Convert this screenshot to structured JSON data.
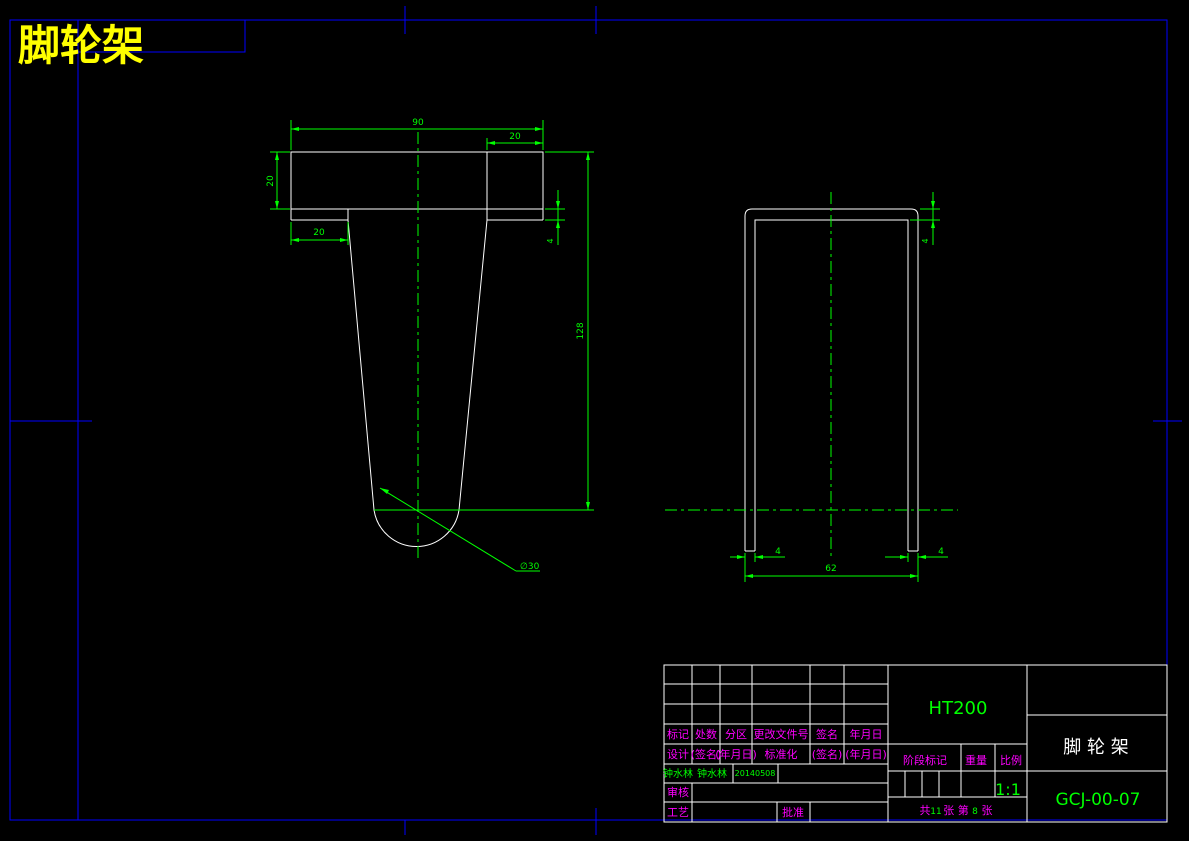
{
  "drawing": {
    "title": "脚轮架",
    "material": "HT200",
    "part_name": "脚 轮 架",
    "drawing_number": "GCJ-00-07",
    "scale": "1:1",
    "sheet_info": {
      "prefix": "共",
      "total": "11",
      "middle": "张 第",
      "current": "8",
      "suffix": "张"
    }
  },
  "dimensions": {
    "top_width": "90",
    "top_right_step": "20",
    "top_height": "20",
    "bottom_left_step": "20",
    "step_height": "4",
    "overall_height": "128",
    "bottom_diameter": "∅30",
    "side_top_thickness": "4",
    "side_wall_left": "4",
    "side_wall_right": "4",
    "side_width": "62"
  },
  "title_block": {
    "row_mark": [
      "标记",
      "处数",
      "分区",
      "更改文件号",
      "签名",
      "年月日"
    ],
    "row_design": [
      "设计",
      "(签名)",
      "(年月日)",
      "标准化",
      "(签名)",
      "(年月日)"
    ],
    "designer": "钟水林",
    "designer2": "钟水林",
    "date": "20140508",
    "review": "审核",
    "process": "工艺",
    "approve": "批准",
    "stage_mark": "阶段标记",
    "weight": "重量",
    "ratio": "比例"
  },
  "colors": {
    "background": "#000000",
    "border": "#0000ff",
    "outline": "#ffffff",
    "dimension": "#00ff00",
    "title": "#ffff00",
    "tb_text": "#ff00ff",
    "tb_value": "#00ff00"
  }
}
